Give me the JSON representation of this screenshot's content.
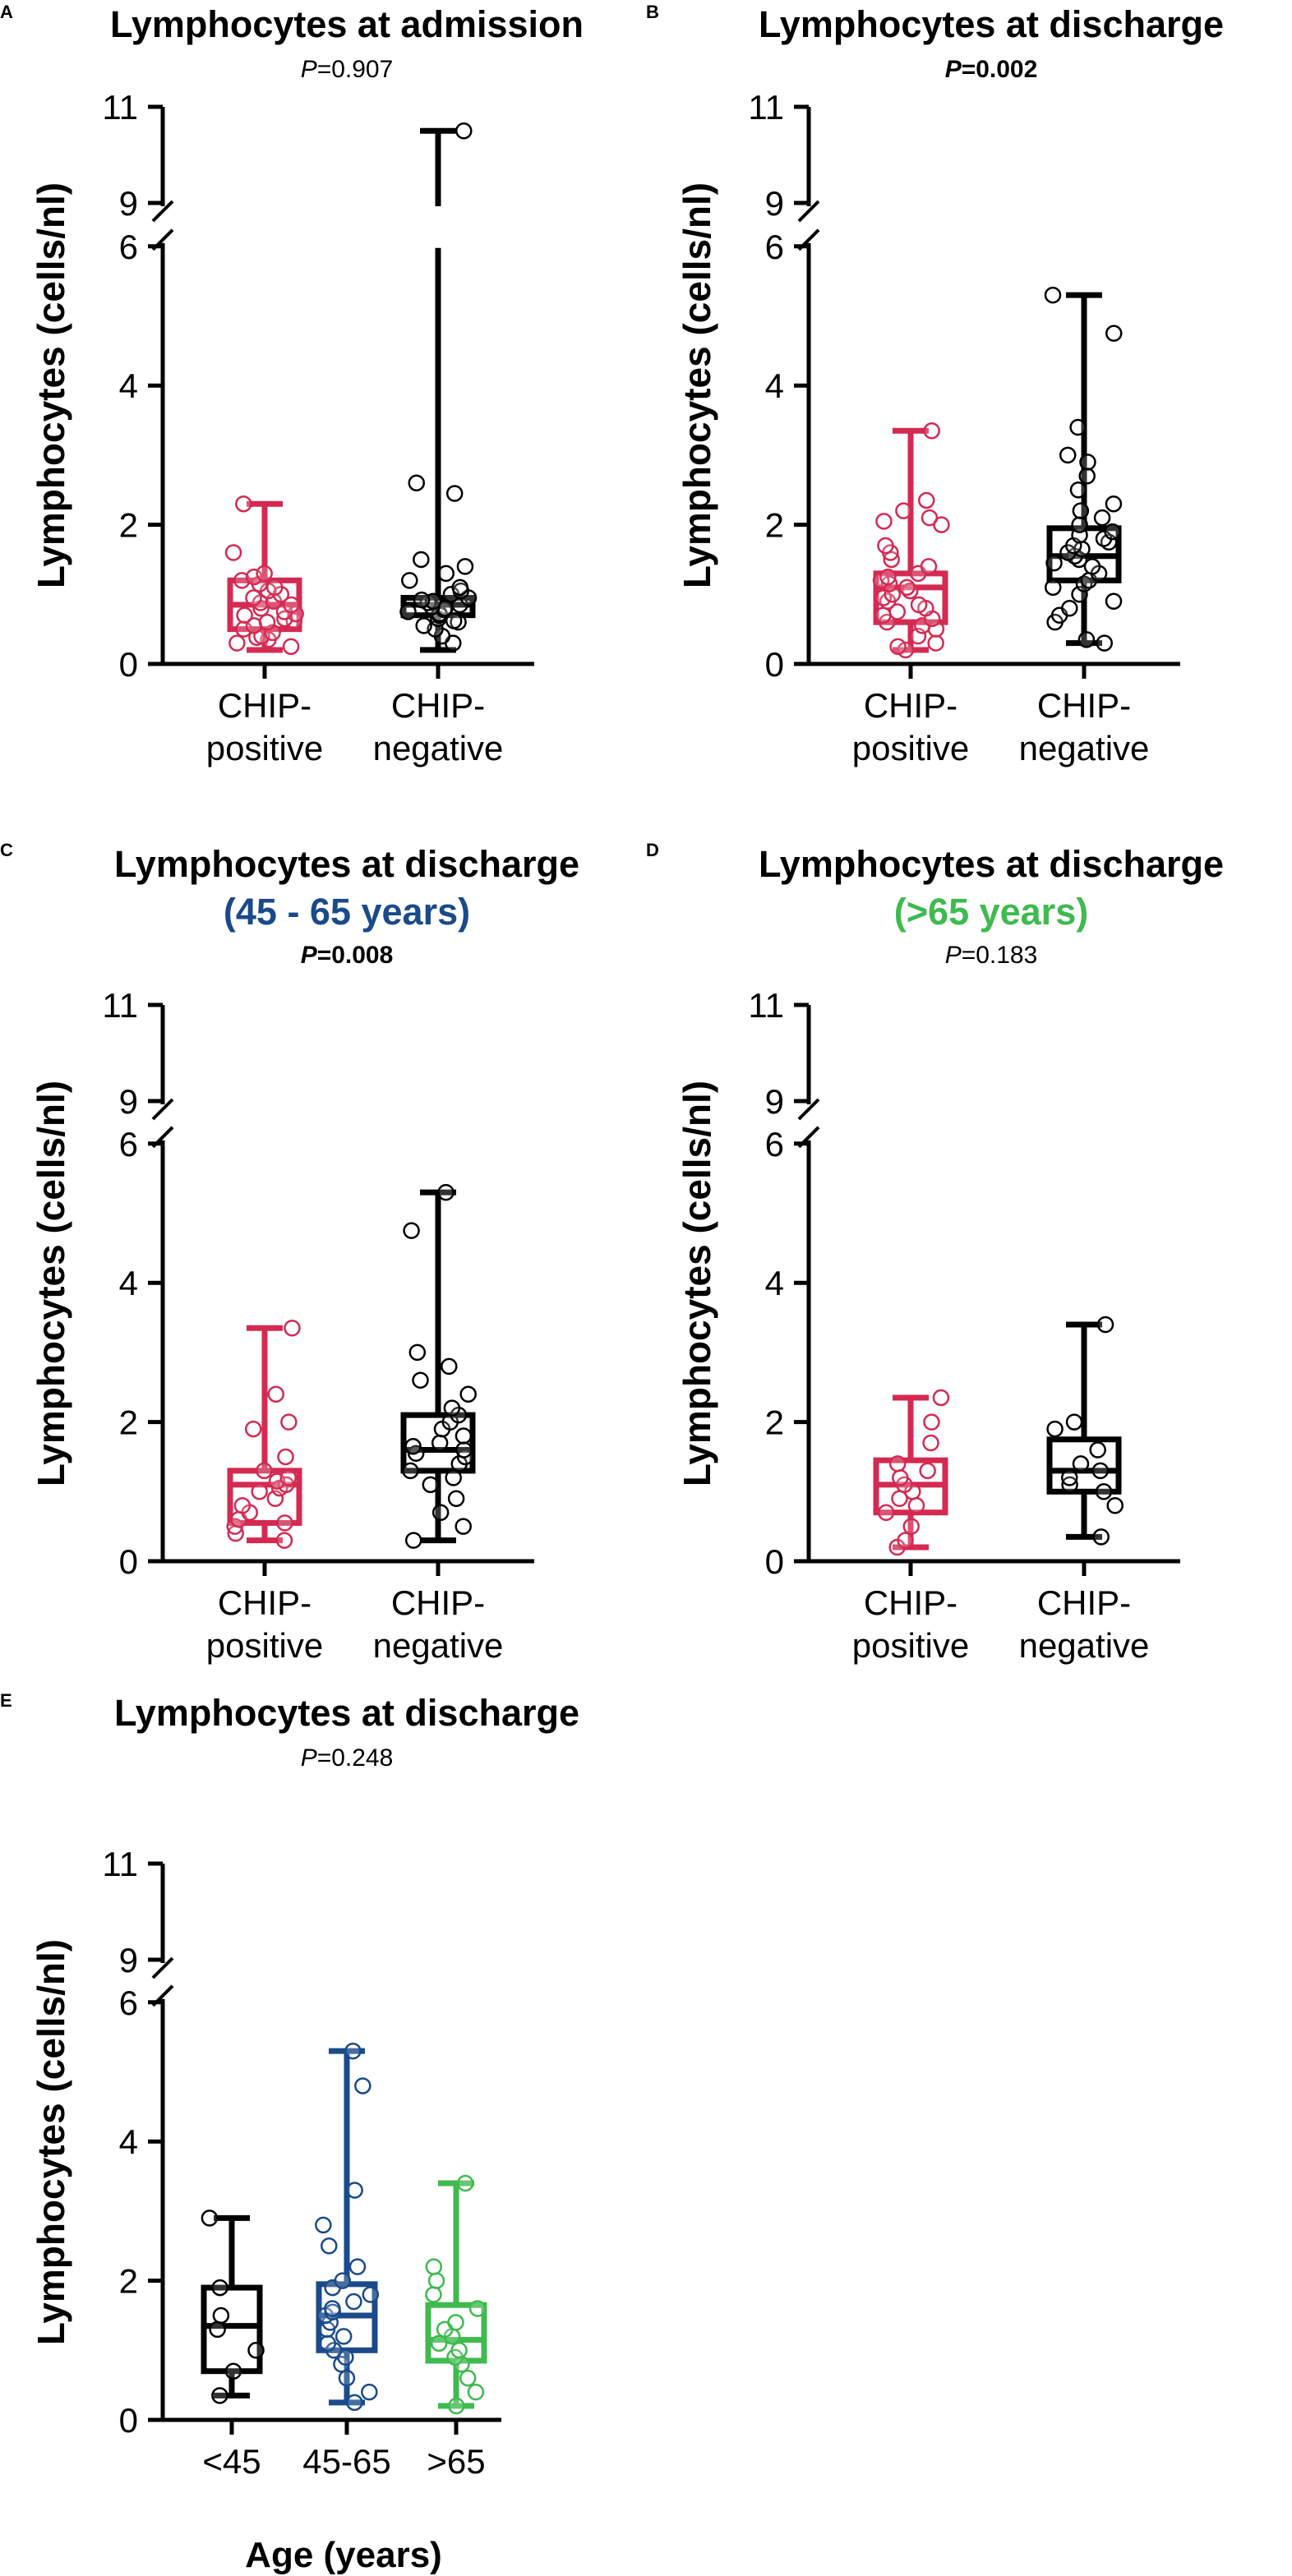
{
  "chart_data": [
    {
      "type": "box",
      "panel_label": "A",
      "title": "Lymphocytes at admission",
      "subtitle": "",
      "p_prefix": "P",
      "p_value": "=0.907",
      "p_bold": false,
      "ylabel": "Lymphocytes (cells/nl)",
      "xlabel": "",
      "yticks_lower": [
        "0",
        "2",
        "4",
        "6"
      ],
      "yticks_upper": [
        "9",
        "11"
      ],
      "ylim_lower": [
        0,
        6
      ],
      "ylim_upper": [
        9,
        11
      ],
      "axis_break": [
        6,
        9
      ],
      "categories": [
        {
          "label_lines": [
            "CHIP-",
            "positive"
          ],
          "color": "#d42a52",
          "min": 0.2,
          "q1": 0.5,
          "median": 0.85,
          "q3": 1.2,
          "max": 2.3,
          "points": [
            0.25,
            0.3,
            0.35,
            0.38,
            0.4,
            0.45,
            0.5,
            0.55,
            0.6,
            0.62,
            0.65,
            0.7,
            0.72,
            0.75,
            0.8,
            0.85,
            0.88,
            0.9,
            0.95,
            1.0,
            1.05,
            1.1,
            1.15,
            1.2,
            1.25,
            1.3,
            1.6,
            2.3
          ]
        },
        {
          "label_lines": [
            "CHIP-",
            "negative"
          ],
          "color": "#000000",
          "min": 0.2,
          "q1": 0.7,
          "median": 0.85,
          "q3": 0.95,
          "max": 10.5,
          "points": [
            0.3,
            0.4,
            0.5,
            0.55,
            0.6,
            0.62,
            0.65,
            0.7,
            0.72,
            0.75,
            0.78,
            0.8,
            0.82,
            0.85,
            0.88,
            0.9,
            0.92,
            0.95,
            1.0,
            1.05,
            1.1,
            1.2,
            1.3,
            1.4,
            1.5,
            2.45,
            2.6,
            10.5
          ]
        }
      ]
    },
    {
      "type": "box",
      "panel_label": "B",
      "title": "Lymphocytes at discharge",
      "subtitle": "",
      "p_prefix": "P",
      "p_value": "=0.002",
      "p_bold": true,
      "ylabel": "Lymphocytes (cells/nl)",
      "xlabel": "",
      "yticks_lower": [
        "0",
        "2",
        "4",
        "6"
      ],
      "yticks_upper": [
        "9",
        "11"
      ],
      "ylim_lower": [
        0,
        6
      ],
      "ylim_upper": [
        9,
        11
      ],
      "axis_break": [
        6,
        9
      ],
      "categories": [
        {
          "label_lines": [
            "CHIP-",
            "positive"
          ],
          "color": "#d42a52",
          "min": 0.2,
          "q1": 0.6,
          "median": 1.1,
          "q3": 1.3,
          "max": 3.35,
          "points": [
            0.2,
            0.25,
            0.3,
            0.4,
            0.5,
            0.55,
            0.6,
            0.65,
            0.7,
            0.75,
            0.8,
            0.85,
            0.9,
            0.95,
            1.0,
            1.05,
            1.1,
            1.15,
            1.2,
            1.25,
            1.3,
            1.4,
            1.5,
            1.6,
            1.7,
            2.0,
            2.05,
            2.1,
            2.2,
            2.35,
            3.35
          ]
        },
        {
          "label_lines": [
            "CHIP-",
            "negative"
          ],
          "color": "#000000",
          "min": 0.3,
          "q1": 1.2,
          "median": 1.55,
          "q3": 1.95,
          "max": 5.3,
          "points": [
            0.3,
            0.35,
            0.6,
            0.7,
            0.8,
            0.9,
            1.0,
            1.1,
            1.15,
            1.2,
            1.3,
            1.4,
            1.45,
            1.5,
            1.55,
            1.6,
            1.65,
            1.7,
            1.75,
            1.8,
            1.85,
            1.9,
            2.0,
            2.1,
            2.2,
            2.3,
            2.5,
            2.7,
            2.9,
            3.0,
            3.4,
            4.75,
            5.3
          ]
        }
      ]
    },
    {
      "type": "box",
      "panel_label": "C",
      "title": "Lymphocytes at discharge",
      "subtitle": "(45 - 65 years)",
      "subtitle_color": "#1a4a8a",
      "p_prefix": "P",
      "p_value": "=0.008",
      "p_bold": true,
      "ylabel": "Lymphocytes (cells/nl)",
      "xlabel": "",
      "yticks_lower": [
        "0",
        "2",
        "4",
        "6"
      ],
      "yticks_upper": [
        "9",
        "11"
      ],
      "ylim_lower": [
        0,
        6
      ],
      "ylim_upper": [
        9,
        11
      ],
      "axis_break": [
        6,
        9
      ],
      "categories": [
        {
          "label_lines": [
            "CHIP-",
            "positive"
          ],
          "color": "#d42a52",
          "min": 0.3,
          "q1": 0.55,
          "median": 1.1,
          "q3": 1.3,
          "max": 3.35,
          "points": [
            0.3,
            0.4,
            0.5,
            0.55,
            0.6,
            0.7,
            0.8,
            0.9,
            1.0,
            1.05,
            1.1,
            1.15,
            1.2,
            1.3,
            1.5,
            1.9,
            2.0,
            2.4,
            3.35
          ]
        },
        {
          "label_lines": [
            "CHIP-",
            "negative"
          ],
          "color": "#000000",
          "min": 0.3,
          "q1": 1.3,
          "median": 1.6,
          "q3": 2.1,
          "max": 5.3,
          "points": [
            0.3,
            0.5,
            0.7,
            0.9,
            1.1,
            1.2,
            1.3,
            1.4,
            1.5,
            1.55,
            1.6,
            1.65,
            1.7,
            1.8,
            1.9,
            2.0,
            2.1,
            2.2,
            2.4,
            2.6,
            2.8,
            3.0,
            4.75,
            5.3
          ]
        }
      ]
    },
    {
      "type": "box",
      "panel_label": "D",
      "title": "Lymphocytes at discharge",
      "subtitle": "(>65 years)",
      "subtitle_color": "#3fba4f",
      "p_prefix": "P",
      "p_value": "=0.183",
      "p_bold": false,
      "ylabel": "Lymphocytes (cells/nl)",
      "xlabel": "",
      "yticks_lower": [
        "0",
        "2",
        "4",
        "6"
      ],
      "yticks_upper": [
        "9",
        "11"
      ],
      "ylim_lower": [
        0,
        6
      ],
      "ylim_upper": [
        9,
        11
      ],
      "axis_break": [
        6,
        9
      ],
      "categories": [
        {
          "label_lines": [
            "CHIP-",
            "positive"
          ],
          "color": "#d42a52",
          "min": 0.2,
          "q1": 0.7,
          "median": 1.1,
          "q3": 1.45,
          "max": 2.35,
          "points": [
            0.2,
            0.3,
            0.5,
            0.7,
            0.8,
            0.9,
            1.0,
            1.1,
            1.2,
            1.3,
            1.4,
            1.7,
            2.0,
            2.35
          ]
        },
        {
          "label_lines": [
            "CHIP-",
            "negative"
          ],
          "color": "#000000",
          "min": 0.35,
          "q1": 1.0,
          "median": 1.3,
          "q3": 1.75,
          "max": 3.4,
          "points": [
            0.35,
            0.8,
            1.0,
            1.1,
            1.2,
            1.3,
            1.4,
            1.6,
            1.9,
            2.0,
            3.4
          ]
        }
      ]
    },
    {
      "type": "box",
      "panel_label": "E",
      "title": "Lymphocytes at discharge",
      "subtitle": "",
      "p_prefix": "P",
      "p_value": "=0.248",
      "p_bold": false,
      "ylabel": "Lymphocytes (cells/nl)",
      "xlabel": "Age (years)",
      "yticks_lower": [
        "0",
        "2",
        "4",
        "6"
      ],
      "yticks_upper": [
        "9",
        "11"
      ],
      "ylim_lower": [
        0,
        6
      ],
      "ylim_upper": [
        9,
        11
      ],
      "axis_break": [
        6,
        9
      ],
      "categories": [
        {
          "label_lines": [
            "<45"
          ],
          "color": "#000000",
          "min": 0.35,
          "q1": 0.7,
          "median": 1.35,
          "q3": 1.9,
          "max": 2.9,
          "points": [
            0.35,
            0.7,
            1.0,
            1.3,
            1.5,
            1.9,
            2.9
          ]
        },
        {
          "label_lines": [
            "45-65"
          ],
          "color": "#1a4a8a",
          "min": 0.25,
          "q1": 1.0,
          "median": 1.5,
          "q3": 1.95,
          "max": 5.3,
          "points": [
            0.25,
            0.4,
            0.6,
            0.8,
            0.9,
            1.0,
            1.1,
            1.2,
            1.3,
            1.4,
            1.5,
            1.55,
            1.6,
            1.7,
            1.8,
            1.9,
            2.0,
            2.2,
            2.5,
            2.8,
            3.3,
            4.8,
            5.3
          ]
        },
        {
          "label_lines": [
            ">65"
          ],
          "color": "#3fba4f",
          "min": 0.2,
          "q1": 0.85,
          "median": 1.15,
          "q3": 1.65,
          "max": 3.4,
          "points": [
            0.2,
            0.4,
            0.6,
            0.8,
            0.9,
            1.0,
            1.1,
            1.2,
            1.3,
            1.4,
            1.6,
            1.8,
            2.0,
            2.2,
            3.4
          ]
        }
      ]
    }
  ]
}
